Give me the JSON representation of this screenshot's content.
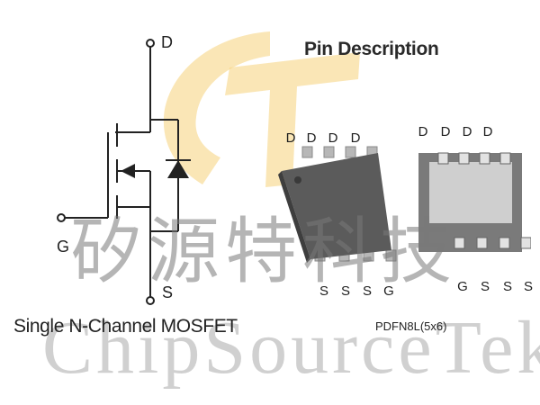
{
  "diagram": {
    "title": "Pin Description",
    "schematic": {
      "drain_label": "D",
      "gate_label": "G",
      "source_label": "S",
      "caption": "Single N-Channel MOSFET"
    },
    "package_top_view": {
      "top_pins": [
        "D",
        "D",
        "D",
        "D"
      ],
      "bottom_pins": [
        "S",
        "S",
        "S",
        "G"
      ]
    },
    "package_bottom_view": {
      "top_pins": [
        "D",
        "D",
        "D",
        "D"
      ],
      "bottom_pins": [
        "G",
        "S",
        "S",
        "S"
      ]
    },
    "package_name": "PDFN8L(5x6)",
    "watermark": {
      "chinese": "矽源特科技",
      "english": "ChipSourceTek",
      "logo_color": "#f5d27a"
    }
  }
}
